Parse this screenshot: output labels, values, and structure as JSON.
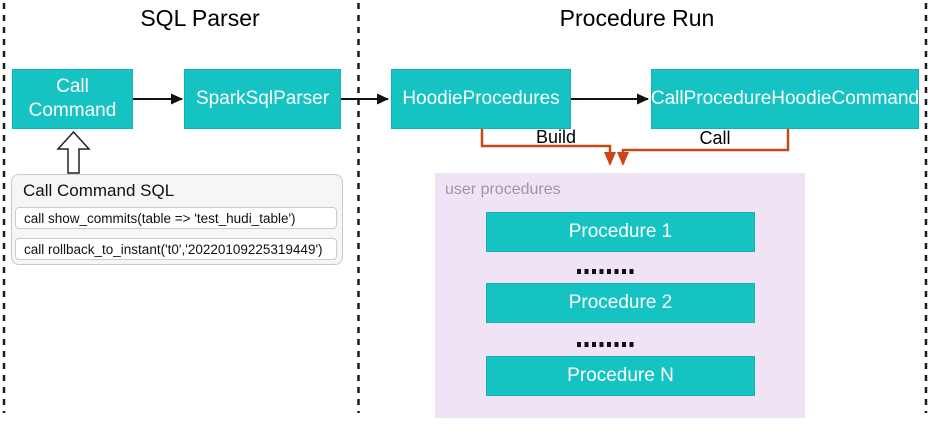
{
  "diagram": {
    "sections": [
      {
        "title": "SQL Parser"
      },
      {
        "title": "Procedure Run"
      }
    ],
    "nodes": {
      "call_command": "Call Command",
      "spark_sql_parser": "SparkSqlParser",
      "hoodie_procedures": "HoodieProcedures",
      "call_procedure_hoodie_command": "CallProcedureHoodieCommand"
    },
    "edge_labels": {
      "build": "Build",
      "call": "Call"
    },
    "sql_panel": {
      "title": "Call Command SQL",
      "commands": [
        "call show_commits(table => 'test_hudi_table')",
        "call rollback_to_instant('t0','20220109225319449')"
      ]
    },
    "user_procedures": {
      "label": "user procedures",
      "items": [
        "Procedure 1",
        "Procedure 2",
        "Procedure N"
      ]
    },
    "colors": {
      "node_fill": "#16c3c3",
      "connector_orange": "#cc4517",
      "container_purple": "#f1e3f6",
      "arrow_black": "#111111"
    }
  }
}
